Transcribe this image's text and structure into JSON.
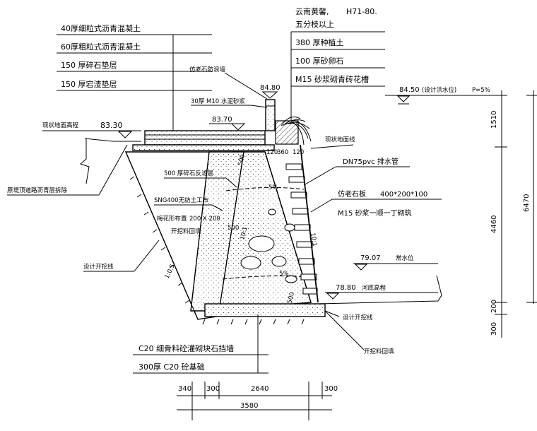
{
  "layers": {
    "l1": "40厚细粒式沥青混凝土",
    "l2": "60厚粗粒式沥青混凝土",
    "l3": "150 厚碎石垫层",
    "l4": "150 厚宕渣垫层"
  },
  "planting": {
    "species_a": "云南黄馨,",
    "species_b": "H71-80.",
    "species_c": "五分枝以上",
    "soil": "380 厚种植土",
    "gravel": "100 厚砂卵石",
    "masonry": "M15 砂浆砌青砖花槽"
  },
  "labels": {
    "cap_stone": "仿老石防浪墙",
    "mortar": "30厚 M10 水泥砂浆",
    "existing_ground": "现状地面高程",
    "demolish": "原堤顶道路沥青层拆除",
    "gravel_filter": "500 厚碎石反滤层",
    "geotextile": "SNG400无纺土工布",
    "pipe_spacing": "梅花形布置",
    "pipe_grid": "200 X 200",
    "backfill_inner": "开挖料回填",
    "excavation_left": "设计开挖线",
    "drain_pipe": "DN75pvc 排水管",
    "stone_panel": "仿老石板",
    "stone_size": "400*200*100",
    "panel_mortar": "M15 砂浆一顺一丁砌筑",
    "existing_ground_line": "现状地面线",
    "flood_level_label": "(设计洪水位)",
    "slope_ratio": "P=5%",
    "water_level_label": "常水位",
    "riverbed_label": "河底高程",
    "excavation_right": "设计开挖线",
    "backfill_right": "开挖料回填",
    "wall_material": "C20 细骨料砼灌砌块石挡墙",
    "foundation": "300厚 C20 砼基础"
  },
  "elevations": {
    "top": "84.80",
    "ground": "83.30",
    "inner": "83.70",
    "flood": "84.50",
    "water": "79.07",
    "riverbed": "78.80"
  },
  "dims": {
    "d340": "340",
    "d300a": "300",
    "d2640": "2640",
    "d300b": "300",
    "d3580": "3580",
    "v1510": "1510",
    "v4460": "4460",
    "v200": "200",
    "v300": "300",
    "v6470": "6470",
    "d500a": "500",
    "d500b": "500",
    "d500c": "500",
    "d120": "120",
    "d360": "360",
    "d120b": "120",
    "slope_10_1a": "10:1",
    "slope_10_1b": "10:1",
    "slope_1_05": "1:0.5",
    "pct5a": "5%",
    "pct5b": "5%"
  },
  "colors": {
    "line": "#000000",
    "background": "#ffffff"
  }
}
